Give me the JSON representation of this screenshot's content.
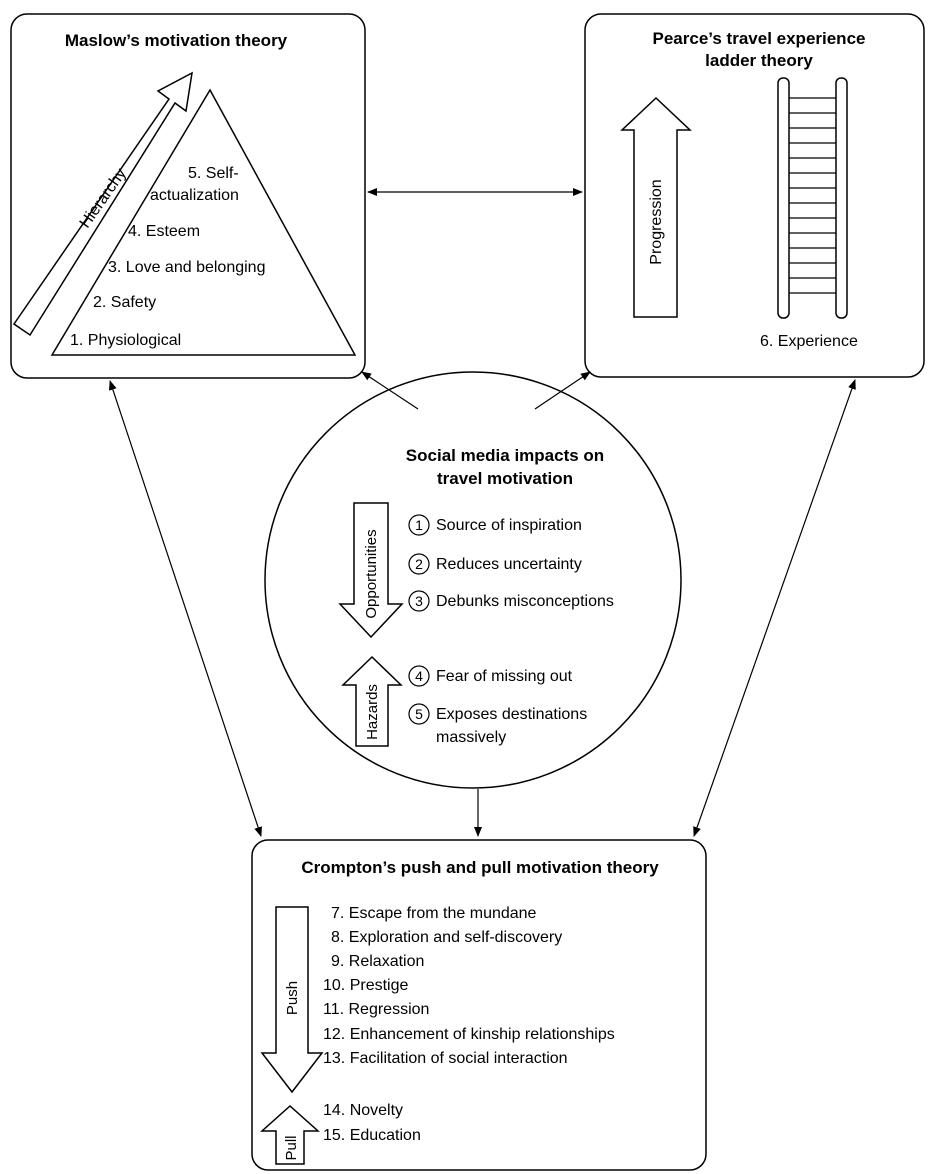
{
  "maslow": {
    "title": "Maslow’s motivation theory",
    "arrow_label": "Hierarchy",
    "levels": [
      "1. Physiological",
      "2. Safety",
      "3. Love and belonging",
      "4. Esteem",
      "5. Self-",
      "actualization"
    ]
  },
  "pearce": {
    "title_line1": "Pearce’s travel experience",
    "title_line2": "ladder theory",
    "arrow_label": "Progression",
    "item": "6. Experience"
  },
  "social": {
    "title_line1": "Social media impacts on",
    "title_line2": "travel motivation",
    "opportunities_label": "Opportunities",
    "hazards_label": "Hazards",
    "items": [
      {
        "num": "1",
        "text": "Source of inspiration"
      },
      {
        "num": "2",
        "text": "Reduces uncertainty"
      },
      {
        "num": "3",
        "text": "Debunks misconceptions"
      },
      {
        "num": "4",
        "text": "Fear of missing out"
      },
      {
        "num": "5",
        "text": "Exposes destinations",
        "text2": "massively"
      }
    ]
  },
  "crompton": {
    "title": "Crompton’s push and pull motivation theory",
    "push_label": "Push",
    "pull_label": "Pull",
    "push_items": [
      "7. Escape from the mundane",
      "8. Exploration and self-discovery",
      "9. Relaxation",
      "10. Prestige",
      "11. Regression",
      "12. Enhancement of kinship relationships",
      "13. Facilitation of social interaction"
    ],
    "pull_items": [
      "14. Novelty",
      "15. Education"
    ]
  }
}
